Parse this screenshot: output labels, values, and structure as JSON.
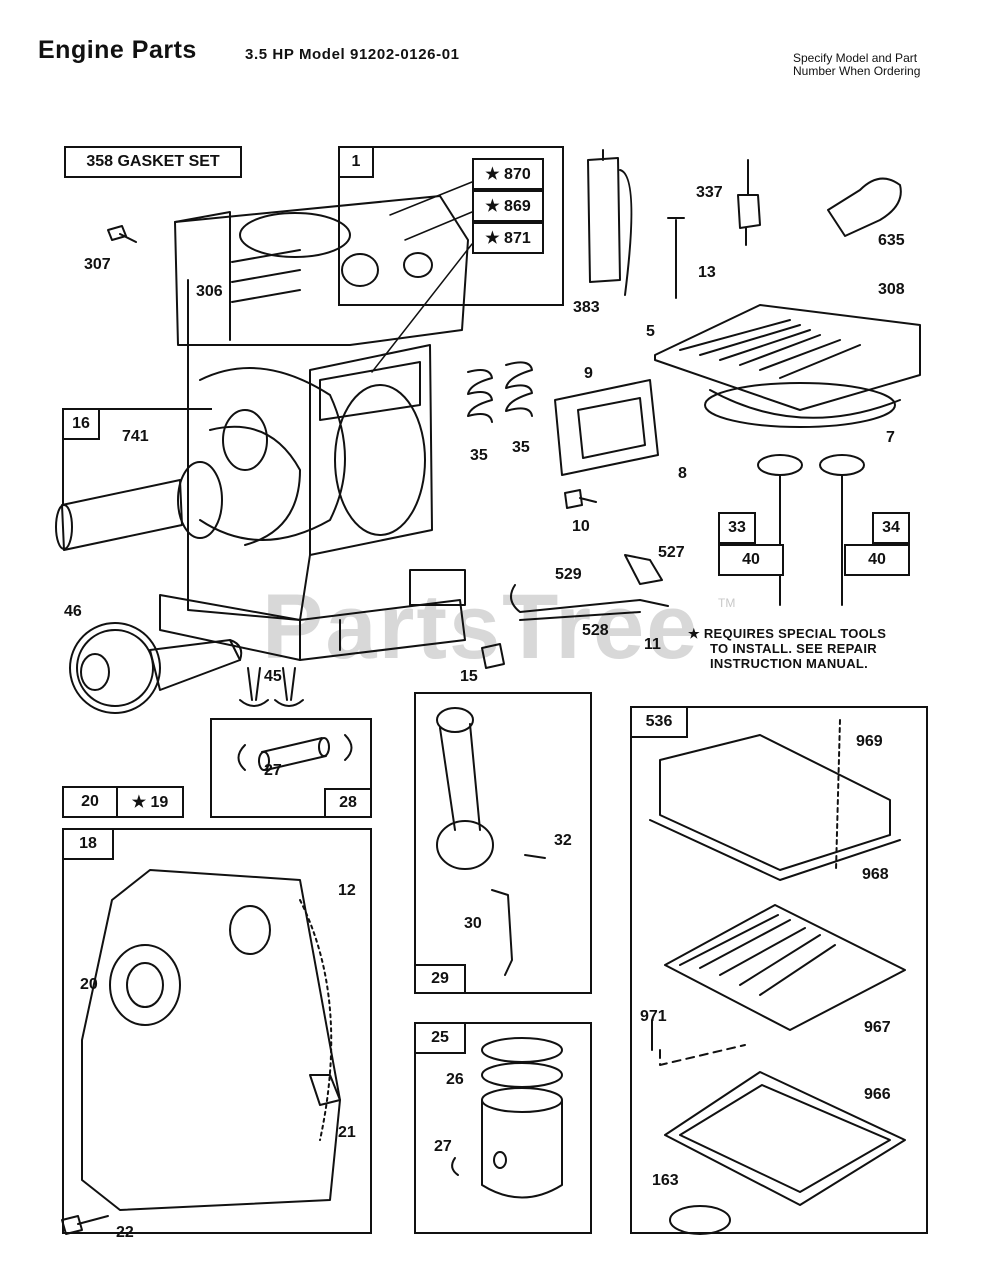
{
  "header": {
    "title": "Engine Parts",
    "model": "3.5 HP Model 91202-0126-01",
    "note_line1": "Specify Model and Part",
    "note_line2": "Number When Ordering"
  },
  "kits": {
    "gasket_set": "358 GASKET SET",
    "k1": "1",
    "k16": "16",
    "k20": "20",
    "k19": "★ 19",
    "k18": "18",
    "k28": "28",
    "k29": "29",
    "k25": "25",
    "k536": "536",
    "k33": "33",
    "k34": "34",
    "k40a": "40",
    "k40b": "40",
    "k870": "★ 870",
    "k869": "★ 869",
    "k871": "★ 871"
  },
  "labels": {
    "p307": "307",
    "p306": "306",
    "p741": "741",
    "p46": "46",
    "p45": "45",
    "p15": "15",
    "p383": "383",
    "p337": "337",
    "p635": "635",
    "p13": "13",
    "p308": "308",
    "p5": "5",
    "p7": "7",
    "p9": "9",
    "p8": "8",
    "p35a": "35",
    "p35b": "35",
    "p10": "10",
    "p529": "529",
    "p527": "527",
    "p528": "528",
    "p11": "11",
    "p27a": "27",
    "p32": "32",
    "p30": "30",
    "p12": "12",
    "p20": "20",
    "p21": "21",
    "p22": "22",
    "p26": "26",
    "p27b": "27",
    "p969": "969",
    "p968": "968",
    "p971": "971",
    "p967": "967",
    "p966": "966",
    "p163": "163"
  },
  "footnote": {
    "line1": "★ REQUIRES SPECIAL TOOLS",
    "line2": "TO INSTALL.  SEE REPAIR",
    "line3": "INSTRUCTION MANUAL."
  },
  "watermark": {
    "text": "PartsTree",
    "tm": "TM"
  }
}
